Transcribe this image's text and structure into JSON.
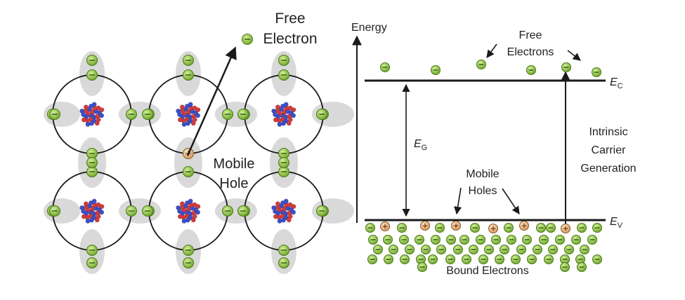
{
  "lattice": {
    "free_electron_label": "Free Electron",
    "free_electron_label_line1": "Free",
    "free_electron_label_line2": "Electron",
    "mobile_hole_label_line1": "Mobile",
    "mobile_hole_label_line2": "Hole"
  },
  "band": {
    "energy_label": "Energy",
    "free_electrons_line1": "Free",
    "free_electrons_line2": "Electrons",
    "ec_letter": "E",
    "ec_sub": "C",
    "ev_letter": "E",
    "ev_sub": "V",
    "eg_letter": "E",
    "eg_sub": "G",
    "generation_line1": "Intrinsic",
    "generation_line2": "Carrier",
    "generation_line3": "Generation",
    "mobile_holes_line1": "Mobile",
    "mobile_holes_line2": "Holes",
    "bound_electrons_label": "Bound Electrons"
  },
  "symbols": {
    "electron": "⊖",
    "hole": "⊕"
  },
  "colors": {
    "electron_fill": "#8cc63f",
    "electron_stroke": "#4a7a1a",
    "hole_fill": "#f4c79b",
    "hole_stroke": "#8a5a2b",
    "orbital_shading": "#d9d9d9",
    "nucleus_red": "#d23b3b",
    "nucleus_blue": "#3b4fc8",
    "line": "#1a1a1a"
  }
}
